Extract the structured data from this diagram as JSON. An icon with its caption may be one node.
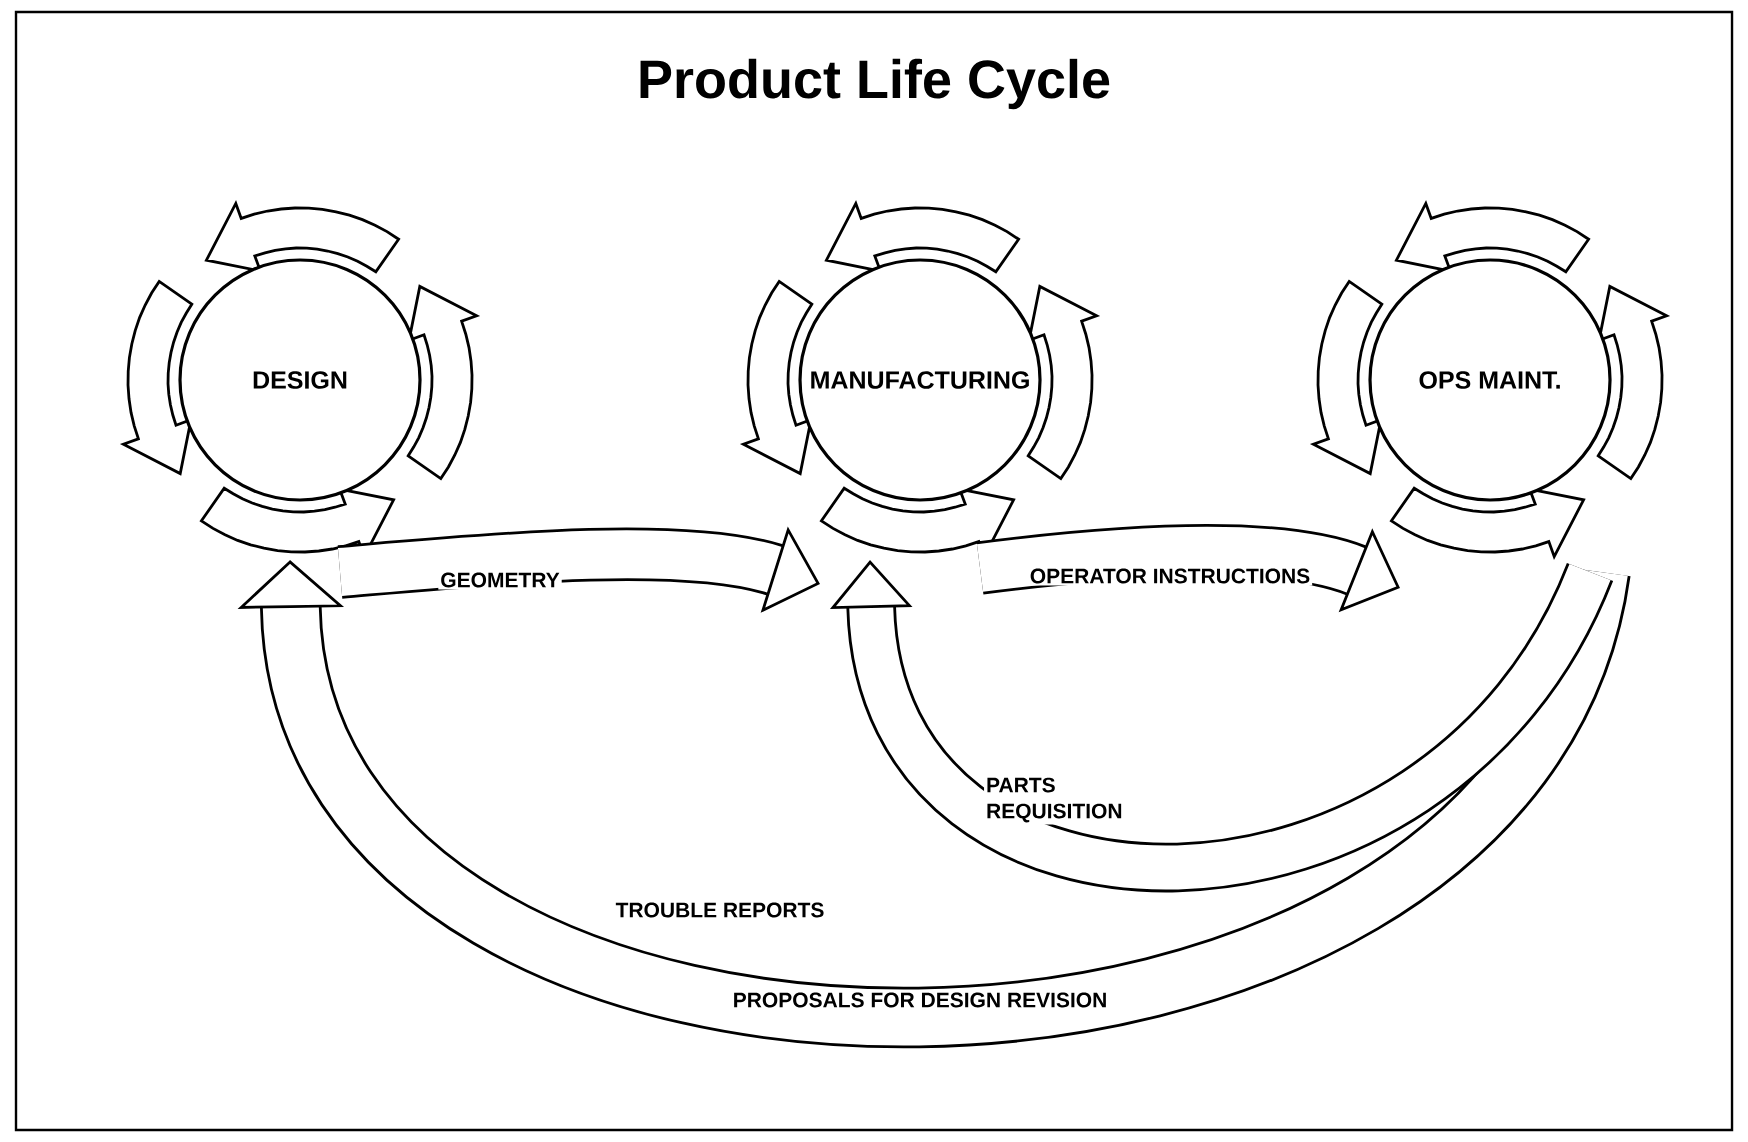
{
  "diagram": {
    "title": "Product Life Cycle",
    "nodes": [
      {
        "text": [
          "DESIGN"
        ]
      },
      {
        "text": [
          "MANUFACTURING"
        ]
      },
      {
        "text": [
          "OPS MAINT."
        ]
      }
    ],
    "edges": [
      {
        "from": 0,
        "to": 1,
        "arrow": "to",
        "label": "GEOMETRY"
      },
      {
        "from": 1,
        "to": 2,
        "arrow": "to",
        "label": "OPERATOR INSTRUCTIONS"
      },
      {
        "from": 2,
        "to": 0,
        "arrow": "to",
        "label": "TROUBLE REPORTS"
      },
      {
        "from": 2,
        "to": 1,
        "arrow": "to",
        "label": "PARTS REQUISITION"
      }
    ],
    "labels": [
      "PROPOSALS FOR DESIGN REVISION"
    ]
  }
}
